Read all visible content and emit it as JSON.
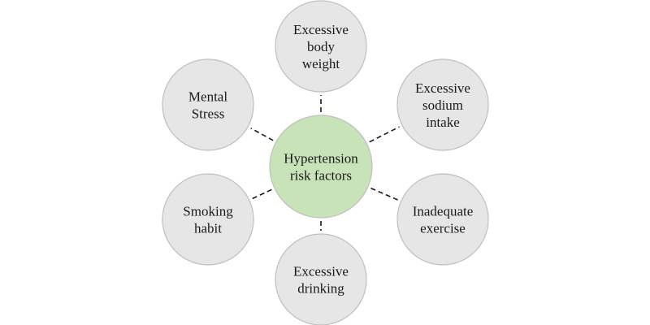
{
  "center": {
    "lines": [
      "Hypertension",
      "risk factors"
    ],
    "fill": "#c9e3b8"
  },
  "satellite_fill": "#e6e6e6",
  "outline": "#bfbfbf",
  "connector": "#1a1a1a",
  "factors": [
    {
      "id": "body-weight",
      "lines": [
        "Excessive",
        "body",
        "weight"
      ]
    },
    {
      "id": "sodium",
      "lines": [
        "Excessive",
        "sodium",
        "intake"
      ]
    },
    {
      "id": "exercise",
      "lines": [
        "Inadequate",
        "exercise"
      ]
    },
    {
      "id": "drinking",
      "lines": [
        "Excessive",
        "drinking"
      ]
    },
    {
      "id": "smoking",
      "lines": [
        "Smoking",
        "habit"
      ]
    },
    {
      "id": "stress",
      "lines": [
        "Mental",
        "Stress"
      ]
    }
  ]
}
